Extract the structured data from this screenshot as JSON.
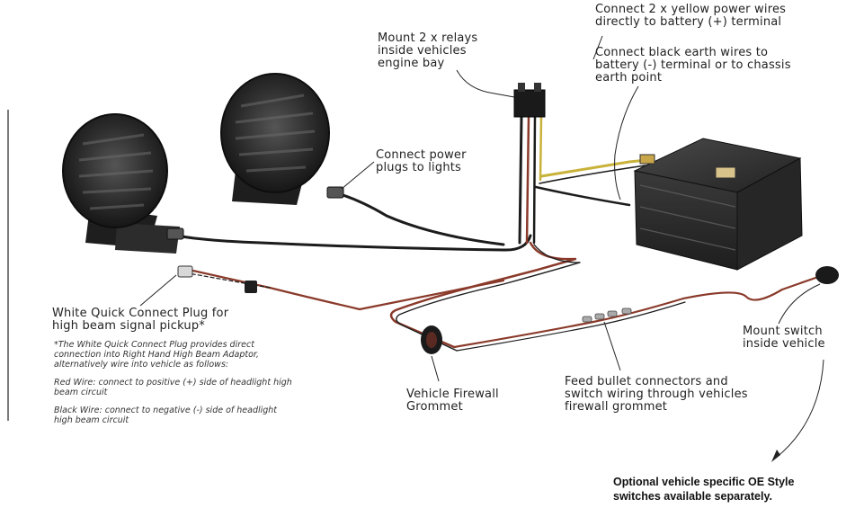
{
  "labels": {
    "relays": [
      "Mount 2 x relays",
      "inside vehicles",
      "engine bay"
    ],
    "yellow_wires": [
      "Connect 2 x yellow power wires",
      "directly to battery (+) terminal"
    ],
    "earth_wires": [
      "Connect black earth wires to",
      "battery (-) terminal or to chassis",
      "earth point"
    ],
    "power_plugs": [
      "Connect power",
      "plugs to lights"
    ],
    "quick_connect": [
      "White Quick Connect Plug for",
      "high beam signal pickup*"
    ],
    "firewall_grommet": [
      "Vehicle Firewall",
      "Grommet"
    ],
    "bullet_connectors": [
      "Feed bullet connectors and",
      "switch wiring through vehicles",
      "firewall grommet"
    ],
    "mount_switch": [
      "Mount switch",
      "inside vehicle"
    ]
  },
  "notes": {
    "quick_connect": [
      "*The White Quick Connect Plug provides direct",
      "connection into Right Hand High Beam Adaptor,",
      "alternatively wire into vehicle as follows:"
    ],
    "red_wire": [
      "Red Wire: connect to positive (+) side of headlight high",
      "beam circuit"
    ],
    "black_wire": [
      "Black Wire: connect to negative (-) side of headlight",
      "high beam circuit"
    ]
  },
  "footnote": [
    "Optional vehicle specific OE Style",
    "switches available separately."
  ],
  "colors": {
    "wire_black": "#1c1c1c",
    "wire_red": "#8a3a2a",
    "wire_yellow": "#c9b23a",
    "light_body": "#2b2b2b",
    "battery_body": "#333333"
  }
}
